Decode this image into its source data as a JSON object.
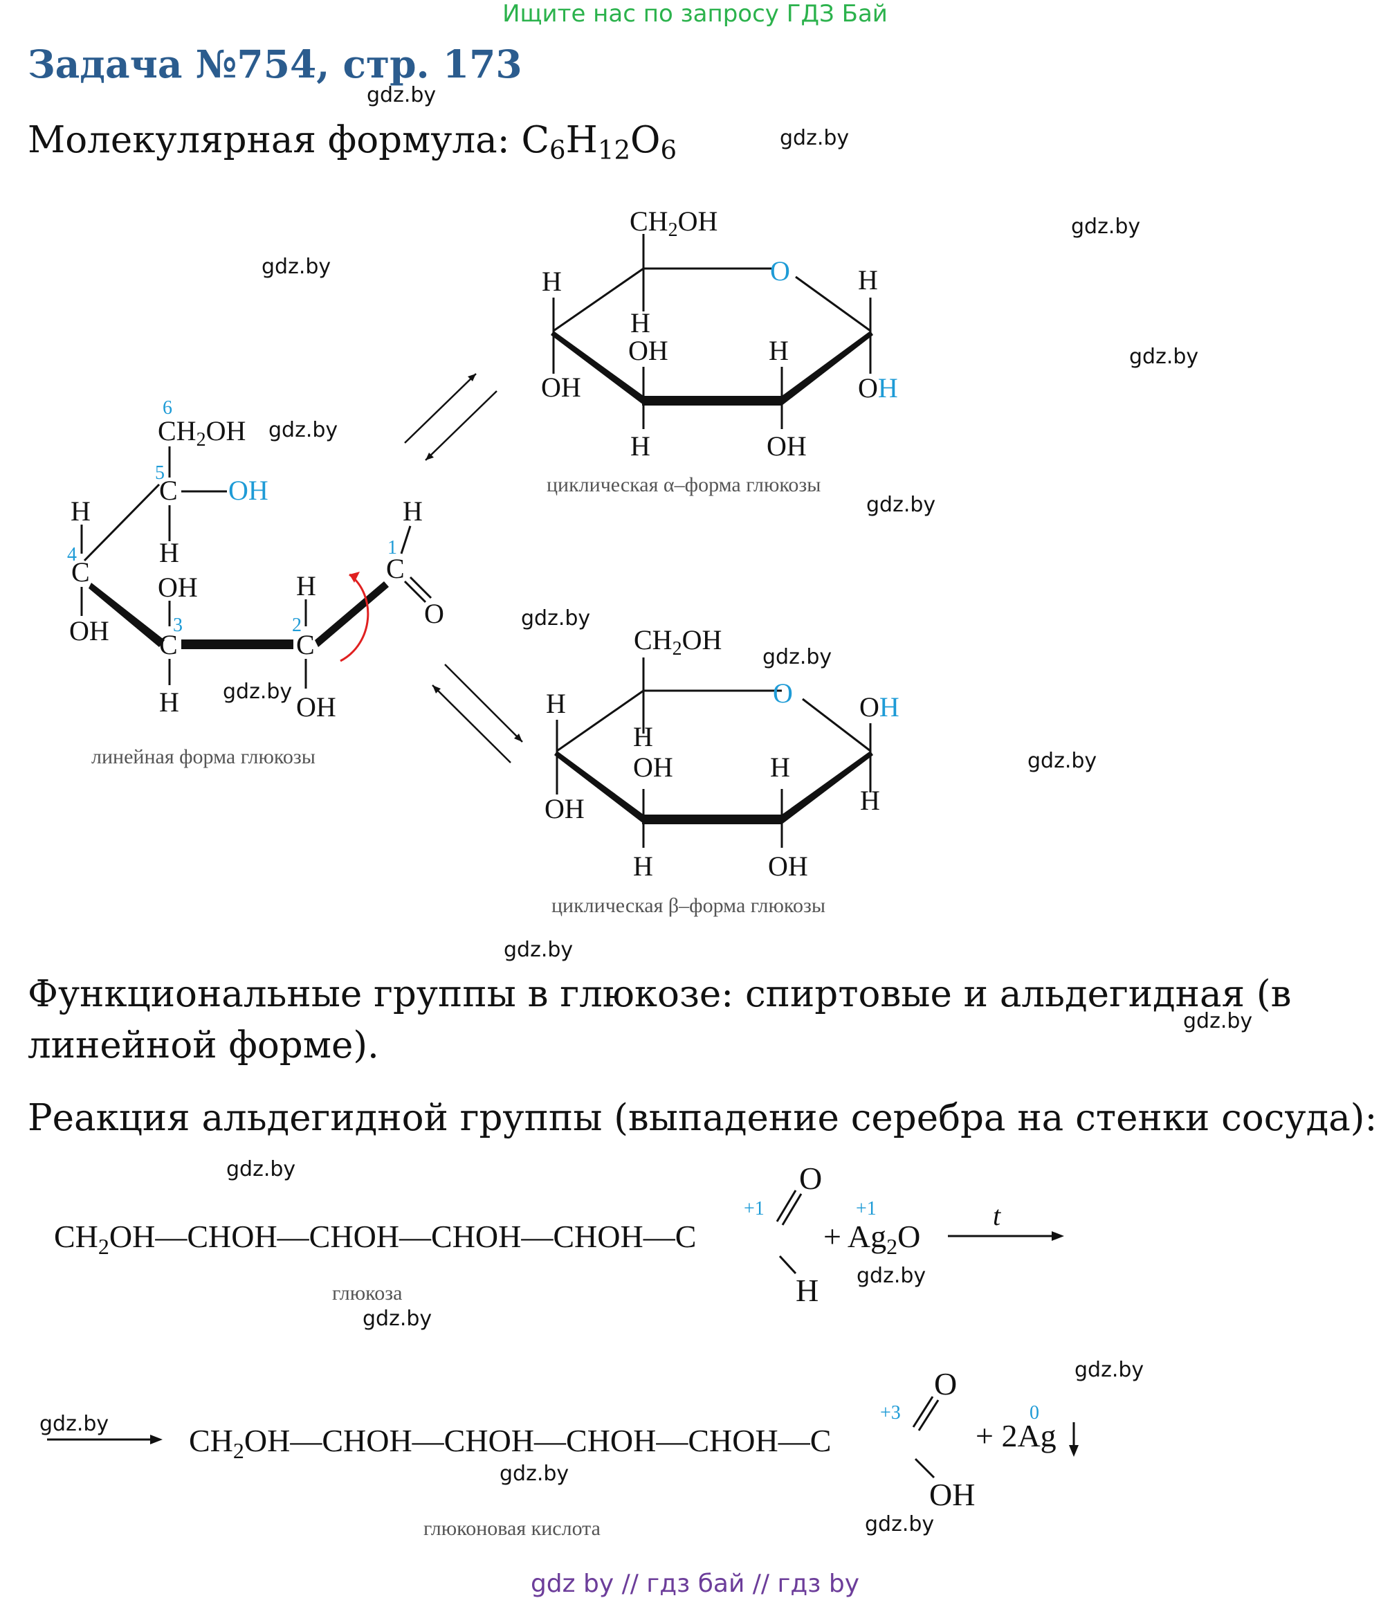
{
  "banner": "Ищите нас по запросу ГДЗ Бай",
  "title": "Задача №754, стр. 173",
  "formula": {
    "label": "Молекулярная формула: ",
    "c": "C",
    "c_n": "6",
    "h": "H",
    "h_n": "12",
    "o": "O",
    "o_n": "6"
  },
  "diagram": {
    "alpha_caption": "циклическая α–форма глюкозы",
    "beta_caption": "циклическая β–форма глюкозы",
    "linear_caption": "линейная форма глюкозы",
    "atoms": {
      "CH2OH_pre": "CH",
      "CH2OH_sub": "2",
      "CH2OH_post": "OH",
      "H": "H",
      "OH": "OH",
      "O": "O",
      "C": "C"
    },
    "numbers": [
      "1",
      "2",
      "3",
      "4",
      "5",
      "6"
    ]
  },
  "functional_groups": "Функциональные группы в глюкозе: спиртовые и альдегидная (в линейной форме).",
  "reaction_title": "Реакция альдегидной группы (выпадение серебра на стенки сосуда):",
  "reaction1": {
    "chain_pre": "CH",
    "chain_sub": "2",
    "chain_post": "OH—CHOH—CHOH—CHOH—CHOH—C",
    "ox_c": "+1",
    "ox_ag": "+1",
    "reagent_pre": "+ Ag",
    "reagent_sub": "2",
    "reagent_post": "O",
    "condition": "t",
    "O": "O",
    "H": "H",
    "caption": "глюкоза"
  },
  "reaction2": {
    "chain_pre": "CH",
    "chain_sub": "2",
    "chain_post": "OH—CHOH—CHOH—CHOH—CHOH—C",
    "ox_c": "+3",
    "ox_ag": "0",
    "product": "+ 2Ag",
    "O": "O",
    "OH": "OH",
    "caption": "глюконовая кислота"
  },
  "watermark": "gdz.by",
  "footer": "gdz by  //  гдз бай  //  гдз by"
}
